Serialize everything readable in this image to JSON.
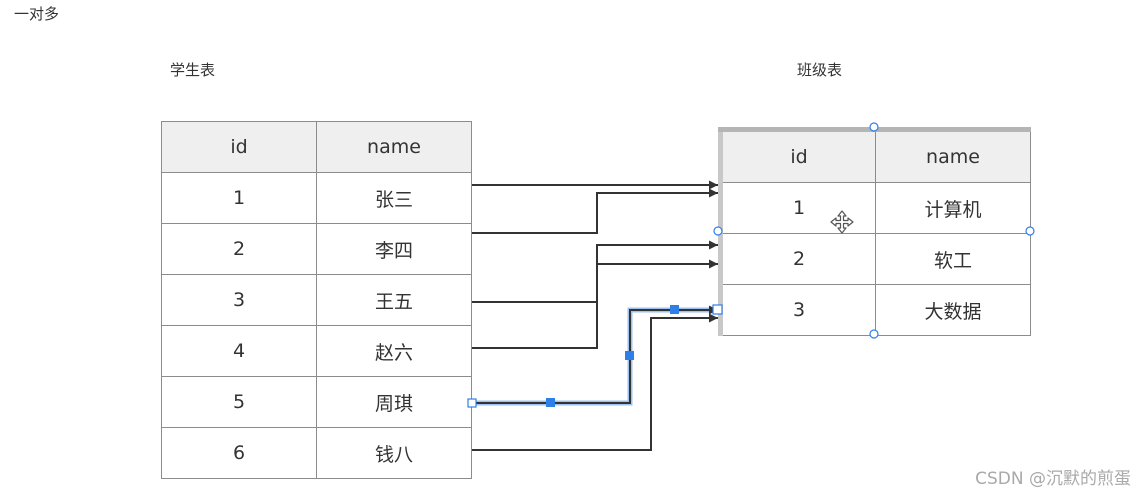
{
  "page_title": "一对多",
  "students_table": {
    "title": "学生表",
    "headers": [
      "id",
      "name"
    ],
    "rows": [
      [
        "1",
        "张三"
      ],
      [
        "2",
        "李四"
      ],
      [
        "3",
        "王五"
      ],
      [
        "4",
        "赵六"
      ],
      [
        "5",
        "周琪"
      ],
      [
        "6",
        "钱八"
      ]
    ]
  },
  "classes_table": {
    "title": "班级表",
    "headers": [
      "id",
      "name"
    ],
    "rows": [
      [
        "1",
        "计算机"
      ],
      [
        "2",
        "软工"
      ],
      [
        "3",
        "大数据"
      ]
    ]
  },
  "relations": [
    {
      "student_id": "1",
      "class_id": "1"
    },
    {
      "student_id": "2",
      "class_id": "1"
    },
    {
      "student_id": "3",
      "class_id": "2"
    },
    {
      "student_id": "4",
      "class_id": "2"
    },
    {
      "student_id": "5",
      "class_id": "3",
      "selected": true
    },
    {
      "student_id": "6",
      "class_id": "3"
    }
  ],
  "colors": {
    "connector": "#333333",
    "selected_connector": "#1f5fcc",
    "handle": "#2f7fe8",
    "header_fill": "#efefef",
    "border": "#8c8c8c"
  },
  "watermark": "CSDN @沉默的煎蛋"
}
